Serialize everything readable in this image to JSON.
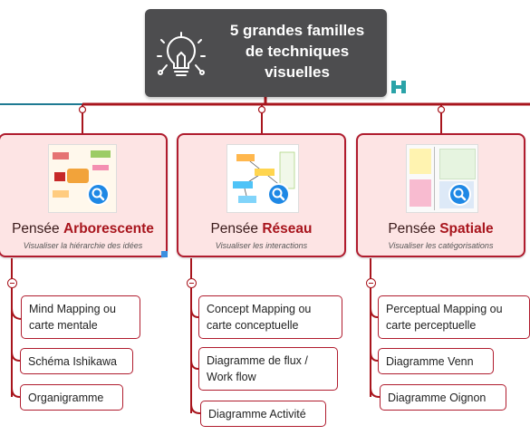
{
  "root": {
    "title": "5 grandes familles\nde techniques\nvisuelles",
    "icon": "lightbulb-icon"
  },
  "colors": {
    "accent": "#a8151d",
    "node_fill": "#fde4e4",
    "root_fill": "#4d4d4f",
    "logo": "#2aa3a8"
  },
  "categories": [
    {
      "title_prefix": "Pensée ",
      "title_strong": "Arborescente",
      "subtitle": "Visualiser la hiérarchie des idées",
      "thumb_icon": "magnifier-icon",
      "items": [
        "Mind Mapping ou\ncarte mentale",
        "Schéma Ishikawa",
        "Organigramme"
      ]
    },
    {
      "title_prefix": "Pensée ",
      "title_strong": "Réseau",
      "subtitle": "Visualiser les interactions",
      "thumb_icon": "magnifier-icon",
      "items": [
        "Concept Mapping ou\ncarte conceptuelle",
        "Diagramme de flux /\nWork flow",
        "Diagramme Activité"
      ]
    },
    {
      "title_prefix": "Pensée ",
      "title_strong": "Spatiale",
      "subtitle": "Visualiser les catégorisations",
      "thumb_icon": "magnifier-icon",
      "items": [
        "Perceptual Mapping ou\ncarte perceptuelle",
        "Diagramme Venn",
        "Diagramme Oignon"
      ]
    }
  ]
}
